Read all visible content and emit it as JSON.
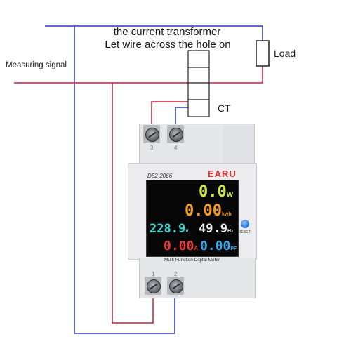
{
  "labels": {
    "caption_line1": "the current transformer",
    "caption_line2": "Let wire across the hole on",
    "measuring_signal": "Measuring signal",
    "load": "Load",
    "ct": "CT"
  },
  "meter": {
    "model": "D52-2066",
    "brand": "EARU",
    "name": "Multi-Function Digital Meter",
    "reset_label": "RESET",
    "terminals_top": [
      "3",
      "4"
    ],
    "terminals_bottom": [
      "1",
      "2"
    ],
    "readings": {
      "power": {
        "value": "0.0",
        "unit": "w"
      },
      "energy": {
        "value": "0.00",
        "unit": "kwh"
      },
      "voltage": {
        "value": "228.9",
        "unit": "v"
      },
      "frequency": {
        "value": "49.9",
        "unit": "Hz"
      },
      "current": {
        "value": "0.00",
        "unit": "A"
      },
      "power_factor": {
        "value": "0.00",
        "unit": "PF"
      }
    }
  },
  "colors": {
    "blue_wire": "#2a39b8",
    "red_wire": "#c81e3a",
    "power_reading": "#d3e63a",
    "energy_reading": "#f39a1e",
    "voltage_reading": "#35d7cf",
    "frequency_reading": "#f2f2f2",
    "current_reading": "#f03a3a",
    "pf_reading": "#37a8f2",
    "brand": "#e4352f"
  }
}
